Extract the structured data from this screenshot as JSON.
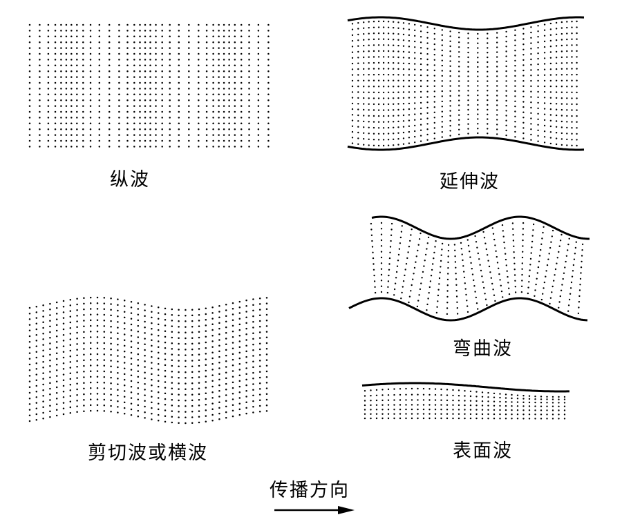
{
  "panels": {
    "longitudinal": {
      "label": "纵波"
    },
    "extensional": {
      "label": "延伸波"
    },
    "flexural": {
      "label": "弯曲波"
    },
    "shear": {
      "label": "剪切波或横波"
    },
    "surface": {
      "label": "表面波"
    }
  },
  "direction": {
    "label": "传播方向",
    "arrow_icon": "right-arrow-icon"
  },
  "colors": {
    "ink": "#000000",
    "background": "#ffffff"
  }
}
